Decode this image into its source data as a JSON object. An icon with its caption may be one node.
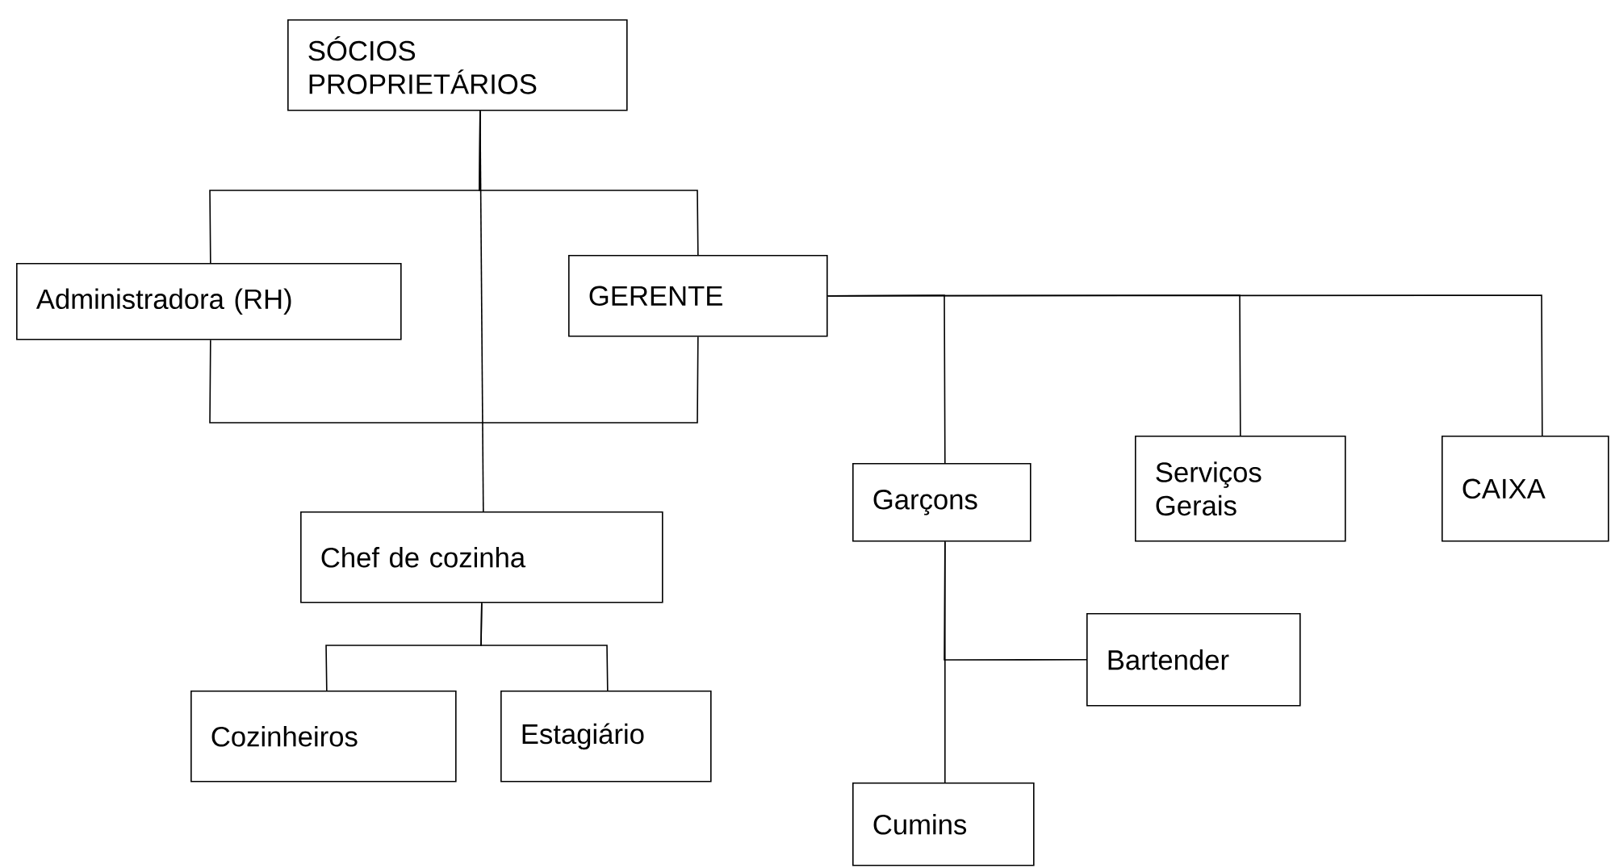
{
  "diagram": {
    "nodes": [
      {
        "text": [
          "SÓCIOS PROPRIETÁRIOS"
        ]
      },
      {
        "text": [
          "Administradora (RH)"
        ]
      },
      {
        "text": [
          "GERENTE"
        ]
      },
      {
        "text": [
          "Garçons"
        ]
      },
      {
        "text": [
          "Serviços Gerais"
        ]
      },
      {
        "text": [
          "CAIXA"
        ]
      },
      {
        "text": [
          "Chef de cozinha"
        ]
      },
      {
        "text": [
          "Cozinheiros"
        ]
      },
      {
        "text": [
          "Estagiário"
        ]
      },
      {
        "text": [
          "Bartender"
        ]
      },
      {
        "text": [
          "Cumins"
        ]
      }
    ],
    "edges": [
      {
        "from": 0,
        "to": 1,
        "arrow": "none"
      },
      {
        "from": 0,
        "to": 2,
        "arrow": "none"
      },
      {
        "from": 0,
        "to": 6,
        "arrow": "none"
      },
      {
        "from": 1,
        "to": 2,
        "arrow": "none"
      },
      {
        "from": 2,
        "to": 3,
        "arrow": "none"
      },
      {
        "from": 2,
        "to": 4,
        "arrow": "none"
      },
      {
        "from": 2,
        "to": 5,
        "arrow": "none"
      },
      {
        "from": 6,
        "to": 7,
        "arrow": "none"
      },
      {
        "from": 6,
        "to": 8,
        "arrow": "none"
      },
      {
        "from": 3,
        "to": 9,
        "arrow": "none"
      },
      {
        "from": 3,
        "to": 10,
        "arrow": "none"
      }
    ]
  }
}
